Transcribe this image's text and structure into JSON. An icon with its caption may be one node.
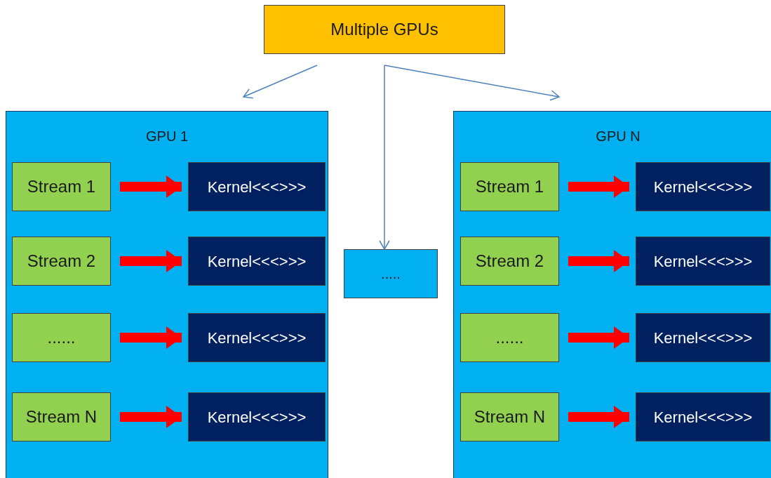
{
  "diagram": {
    "nodes": [
      {
        "text": [
          "Multiple GPUs"
        ]
      },
      {
        "text": [
          "GPU 1"
        ]
      },
      {
        "text": [
          "Stream 1"
        ],
        "in": 1
      },
      {
        "text": [
          "Kernel<<<>>>"
        ],
        "in": 1
      },
      {
        "text": [
          "Stream 2"
        ],
        "in": 1
      },
      {
        "text": [
          "Kernel<<<>>>"
        ],
        "in": 1
      },
      {
        "text": [
          "......"
        ],
        "in": 1
      },
      {
        "text": [
          "Kernel<<<>>>"
        ],
        "in": 1
      },
      {
        "text": [
          "Stream N"
        ],
        "in": 1
      },
      {
        "text": [
          "Kernel<<<>>>"
        ],
        "in": 1
      },
      {
        "text": [
          "....."
        ]
      },
      {
        "text": [
          "GPU N"
        ]
      },
      {
        "text": [
          "Stream 1"
        ],
        "in": 11
      },
      {
        "text": [
          "Kernel<<<>>>"
        ],
        "in": 11
      },
      {
        "text": [
          "Stream 2"
        ],
        "in": 11
      },
      {
        "text": [
          "Kernel<<<>>>"
        ],
        "in": 11
      },
      {
        "text": [
          "......"
        ],
        "in": 11
      },
      {
        "text": [
          "Kernel<<<>>>"
        ],
        "in": 11
      },
      {
        "text": [
          "Stream N"
        ],
        "in": 11
      },
      {
        "text": [
          "Kernel<<<>>>"
        ],
        "in": 11
      }
    ],
    "edges": [
      {
        "from": 0,
        "to": 1,
        "arrow": "to",
        "color": "#4f81bd"
      },
      {
        "from": 0,
        "to": 10,
        "arrow": "to",
        "color": "#4f81bd"
      },
      {
        "from": 0,
        "to": 11,
        "arrow": "to",
        "color": "#4f81bd"
      },
      {
        "from": 2,
        "to": 3,
        "arrow": "to",
        "color": "#ff0000"
      },
      {
        "from": 4,
        "to": 5,
        "arrow": "to",
        "color": "#ff0000"
      },
      {
        "from": 6,
        "to": 7,
        "arrow": "to",
        "color": "#ff0000"
      },
      {
        "from": 8,
        "to": 9,
        "arrow": "to",
        "color": "#ff0000"
      },
      {
        "from": 12,
        "to": 13,
        "arrow": "to",
        "color": "#ff0000"
      },
      {
        "from": 14,
        "to": 15,
        "arrow": "to",
        "color": "#ff0000"
      },
      {
        "from": 16,
        "to": 17,
        "arrow": "to",
        "color": "#ff0000"
      },
      {
        "from": 18,
        "to": 19,
        "arrow": "to",
        "color": "#ff0000"
      }
    ]
  }
}
